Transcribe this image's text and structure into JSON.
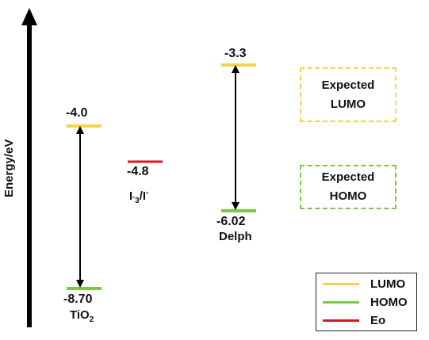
{
  "axis": {
    "label": "Energy/eV"
  },
  "colors": {
    "lumo": "#f5d547",
    "homo": "#7ac943",
    "eo": "#d7191c"
  },
  "tio2": {
    "lumo_value": "-4.0",
    "homo_value": "-8.70",
    "name_main": "TiO",
    "name_sub": "2"
  },
  "redox": {
    "value": "-4.8",
    "label_part1": "I",
    "label_sub": "3",
    "label_sup": "-",
    "label_part2": "/I",
    "label_sup2": "-"
  },
  "delph": {
    "lumo_value": "-3.3",
    "homo_value": "-6.02",
    "name": "Delph"
  },
  "expected": {
    "lumo_line1": "Expected",
    "lumo_line2": "LUMO",
    "homo_line1": "Expected",
    "homo_line2": "HOMO"
  },
  "legend": {
    "lumo": "LUMO",
    "homo": "HOMO",
    "eo": "Eo"
  }
}
